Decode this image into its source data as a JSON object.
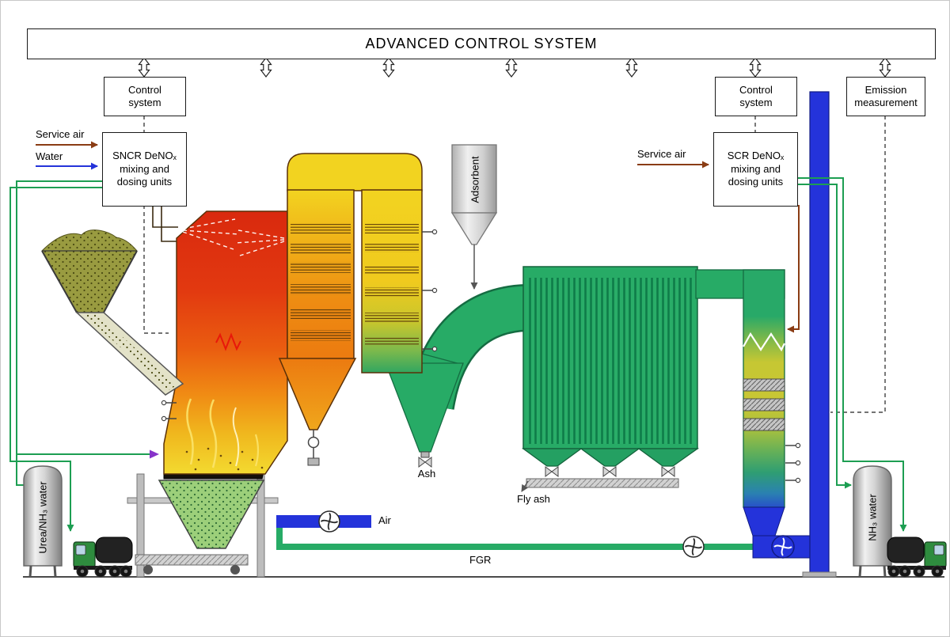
{
  "banner": {
    "title": "ADVANCED CONTROL SYSTEM"
  },
  "left": {
    "control_box": {
      "line1": "Control",
      "line2": "system"
    },
    "dosing_box": {
      "line1": "SNCR DeNOₓ",
      "line2": "mixing and",
      "line3": "dosing units"
    },
    "service_air_label": "Service air",
    "water_label": "Water",
    "tank_label": "Urea/NH₃ water"
  },
  "right": {
    "control_box": {
      "line1": "Control",
      "line2": "system"
    },
    "dosing_box": {
      "line1": "SCR DeNOₓ",
      "line2": "mixing and",
      "line3": "dosing units"
    },
    "service_air_label": "Service air",
    "emission_box": {
      "line1": "Emission",
      "line2": "measurement"
    },
    "tank_label": "NH₃ water"
  },
  "labels": {
    "adsorbent": "Adsorbent",
    "ash": "Ash",
    "fly_ash": "Fly ash",
    "air": "Air",
    "fgr": "FGR"
  },
  "colors": {
    "furnace_red": "#d9290e",
    "heat_yellow": "#f2d320",
    "flue_gas_green": "#27ab66",
    "stack_blue": "#2433da",
    "reagent_pipe_green": "#1d9e52",
    "service_air_brown": "#8a3c14",
    "water_blue": "#2433da",
    "ash_gray": "#c9c9c9"
  }
}
